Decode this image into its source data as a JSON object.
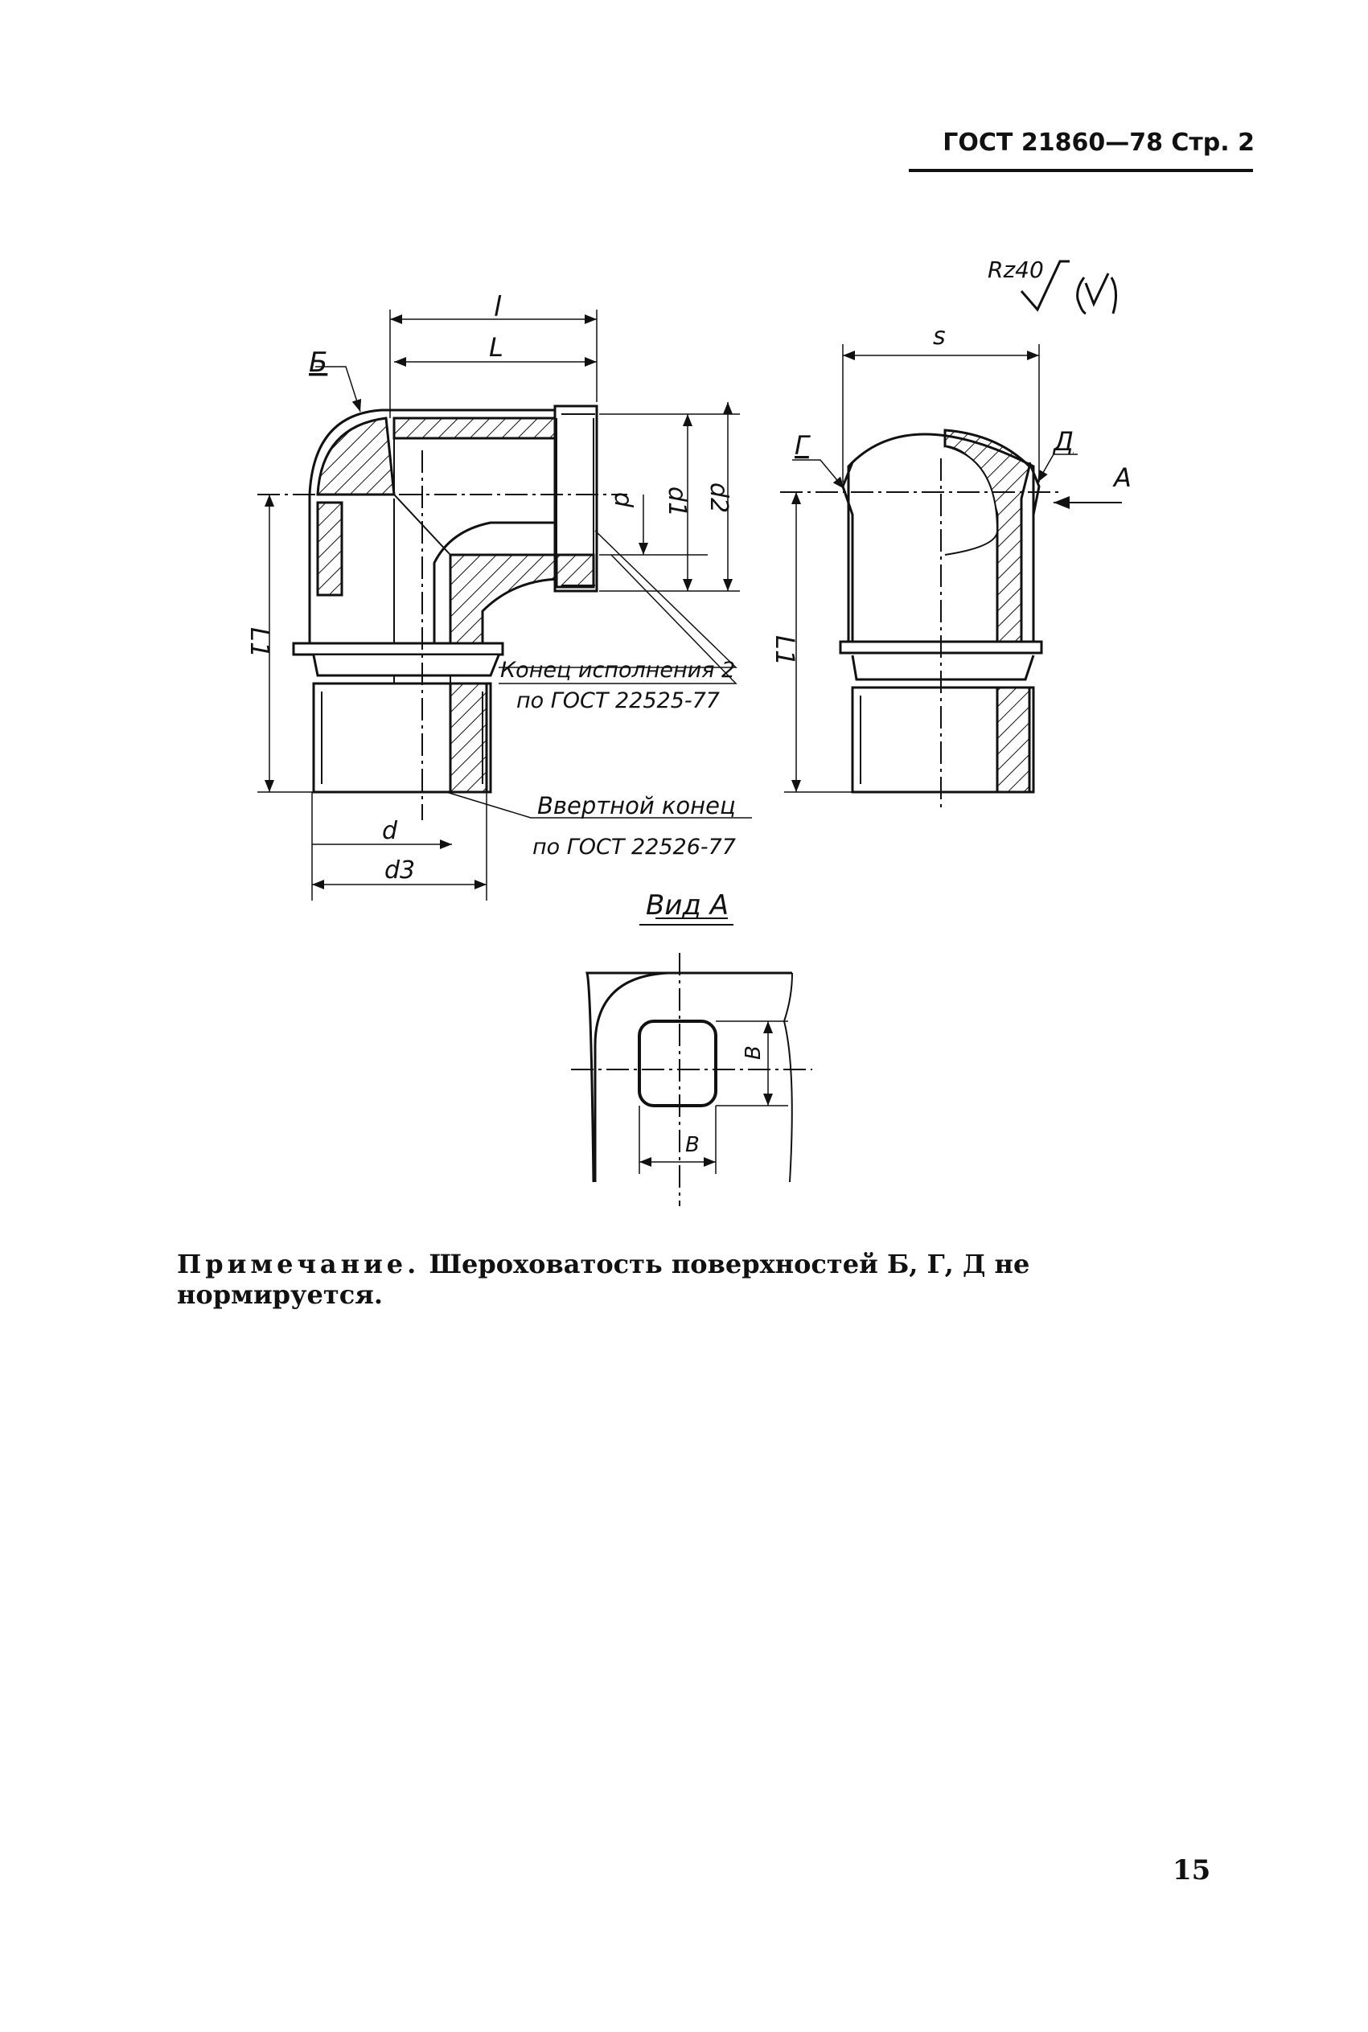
{
  "header": {
    "standard": "ГОСТ 21860—78",
    "page_label": "Стр. 2"
  },
  "drawing": {
    "roughness": "Rz40",
    "labels": {
      "l_small": "l",
      "L": "L",
      "B_cyr": "Б",
      "G": "Г",
      "D_cyr": "Д",
      "A": "А",
      "s": "s",
      "d": "d",
      "d1": "d1",
      "d2": "d2",
      "L1_left": "L1",
      "L1_right": "L1",
      "d_bottom": "d",
      "d3": "d3",
      "V1": "В",
      "V2": "В"
    },
    "callout_end": [
      "Конец исполнения 2",
      "по ГОСТ 22525-77"
    ],
    "callout_screw": [
      "Ввертной конец",
      "по ГОСТ 22526-77"
    ],
    "view_title": "Вид А"
  },
  "note": {
    "lead": "Примечание.",
    "text": "Шероховатость поверхностей Б, Г, Д не нормируется."
  },
  "page_number": "15"
}
